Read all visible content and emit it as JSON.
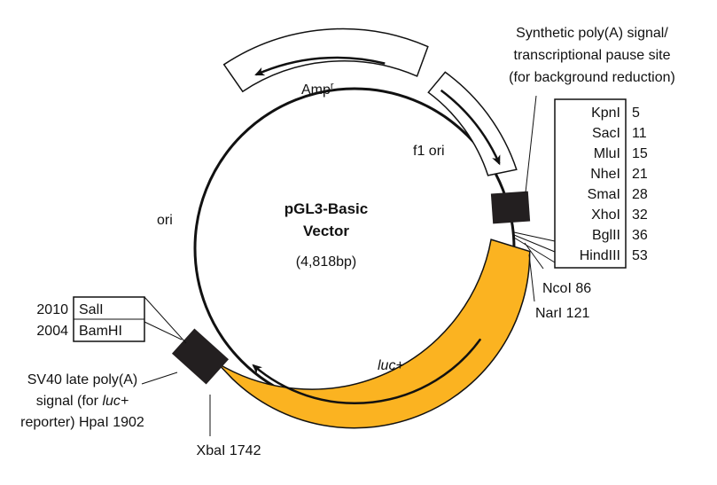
{
  "vector": {
    "name_line1": "pGL3-Basic",
    "name_line2": "Vector",
    "size": "(4,818bp)"
  },
  "features": {
    "amp_label": "Amp",
    "amp_superscript": "r",
    "f1_label": "f1 ori",
    "ori_label": "ori",
    "luc_label": "luc+"
  },
  "polyA_signal": {
    "line1": "Synthetic poly(A) signal/",
    "line2": "transcriptional pause site",
    "line3": "(for background reduction)"
  },
  "mcs": [
    {
      "name": "KpnI",
      "pos": "5"
    },
    {
      "name": "SacI",
      "pos": "11"
    },
    {
      "name": "MluI",
      "pos": "15"
    },
    {
      "name": "NheI",
      "pos": "21"
    },
    {
      "name": "SmaI",
      "pos": "28"
    },
    {
      "name": "XhoI",
      "pos": "32"
    },
    {
      "name": "BglII",
      "pos": "36"
    },
    {
      "name": "HindIII",
      "pos": "53"
    }
  ],
  "sites": {
    "ncoi": "NcoI 86",
    "nari": "NarI 121",
    "xbai": "XbaI 1742",
    "sali_pos": "2010",
    "sali_name": "SalI",
    "bamhi_pos": "2004",
    "bamhi_name": "BamHI"
  },
  "sv40": {
    "line1": "SV40 late poly(A)",
    "line2_prefix": "signal (for ",
    "line2_italic": "luc+",
    "line3": "reporter) HpaI 1902"
  },
  "colors": {
    "luc_fill": "#FBB321",
    "outline": "#111111",
    "box_fill": "#231F20",
    "background": "#FFFFFF"
  }
}
